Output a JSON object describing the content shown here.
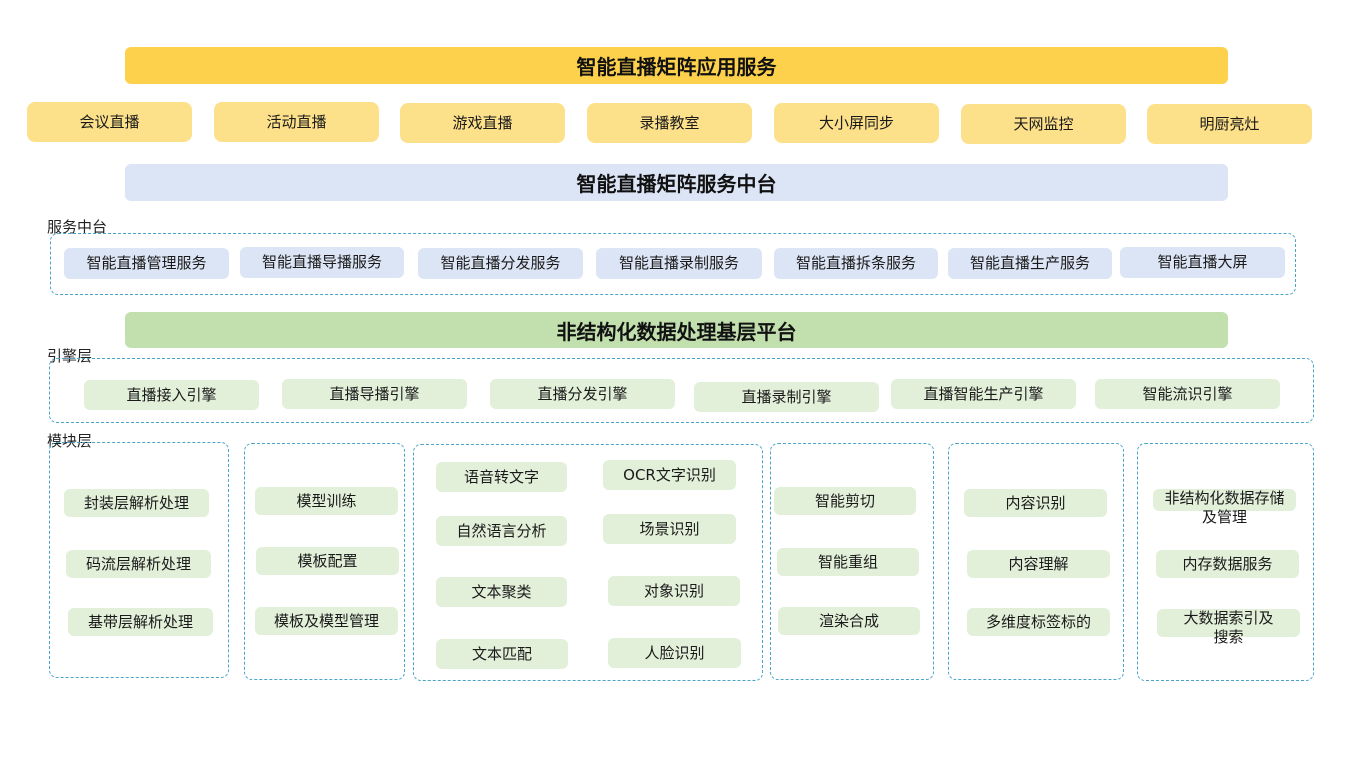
{
  "top_bar": "智能直播矩阵应用服务",
  "apps": [
    "会议直播",
    "活动直播",
    "游戏直播",
    "录播教室",
    "大小屏同步",
    "天网监控",
    "明厨亮灶"
  ],
  "middle_bar": "智能直播矩阵服务中台",
  "service_label": "服务中台",
  "services": [
    "智能直播管理服务",
    "智能直播导播服务",
    "智能直播分发服务",
    "智能直播录制服务",
    "智能直播拆条服务",
    "智能直播生产服务",
    "智能直播大屏"
  ],
  "platform_bar": "非结构化数据处理基层平台",
  "engine_label": "引擎层",
  "engines": [
    "直播接入引擎",
    "直播导播引擎",
    "直播分发引擎",
    "直播录制引擎",
    "直播智能生产引擎",
    "智能流识引擎"
  ],
  "module_label": "模块层",
  "modules": {
    "g1": [
      "封装层解析处理",
      "码流层解析处理",
      "基带层解析处理"
    ],
    "g2": [
      "模型训练",
      "模板配置",
      "模板及模型管理"
    ],
    "g3": [
      "语音转文字",
      "OCR文字识别",
      "自然语言分析",
      "场景识别",
      "文本聚类",
      "对象识别",
      "文本匹配",
      "人脸识别"
    ],
    "g4": [
      "智能剪切",
      "智能重组",
      "渲染合成"
    ],
    "g5": [
      "内容识别",
      "内容理解",
      "多维度标签标的"
    ],
    "g6": [
      "非结构化数据存储及管理",
      "内存数据服务",
      "大数据索引及搜索"
    ]
  },
  "colors": {
    "top": "#fdd14b",
    "app": "#fde08a",
    "service_bar": "#dce5f5",
    "platform_bar": "#c1e0ae",
    "module": "#e2efd9",
    "dash": "#4aa3c8"
  }
}
